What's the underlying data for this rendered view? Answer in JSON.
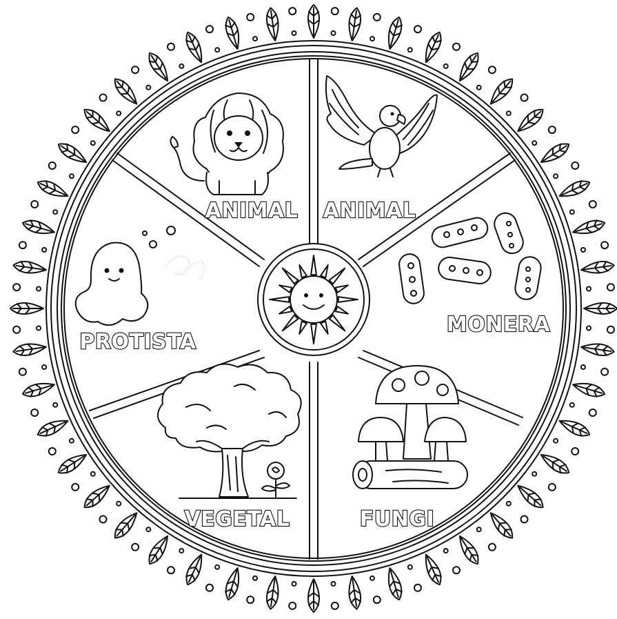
{
  "wheel": {
    "segments": [
      {
        "label": "ANIMAL",
        "icon": "lion-icon"
      },
      {
        "label": "ANIMAL",
        "icon": "eagle-icon"
      },
      {
        "label": "MONERA",
        "icon": "bacteria-icon"
      },
      {
        "label": "FUNGI",
        "icon": "mushroom-icon"
      },
      {
        "label": "VEGETAL",
        "icon": "tree-icon"
      },
      {
        "label": "PROTISTA",
        "icon": "protist-icon"
      }
    ],
    "center_icon": "smiling-sun-icon",
    "border_icon": "leaf-wreath-icon",
    "colors": {
      "ink": "#111111",
      "paper": "#ffffff"
    }
  }
}
